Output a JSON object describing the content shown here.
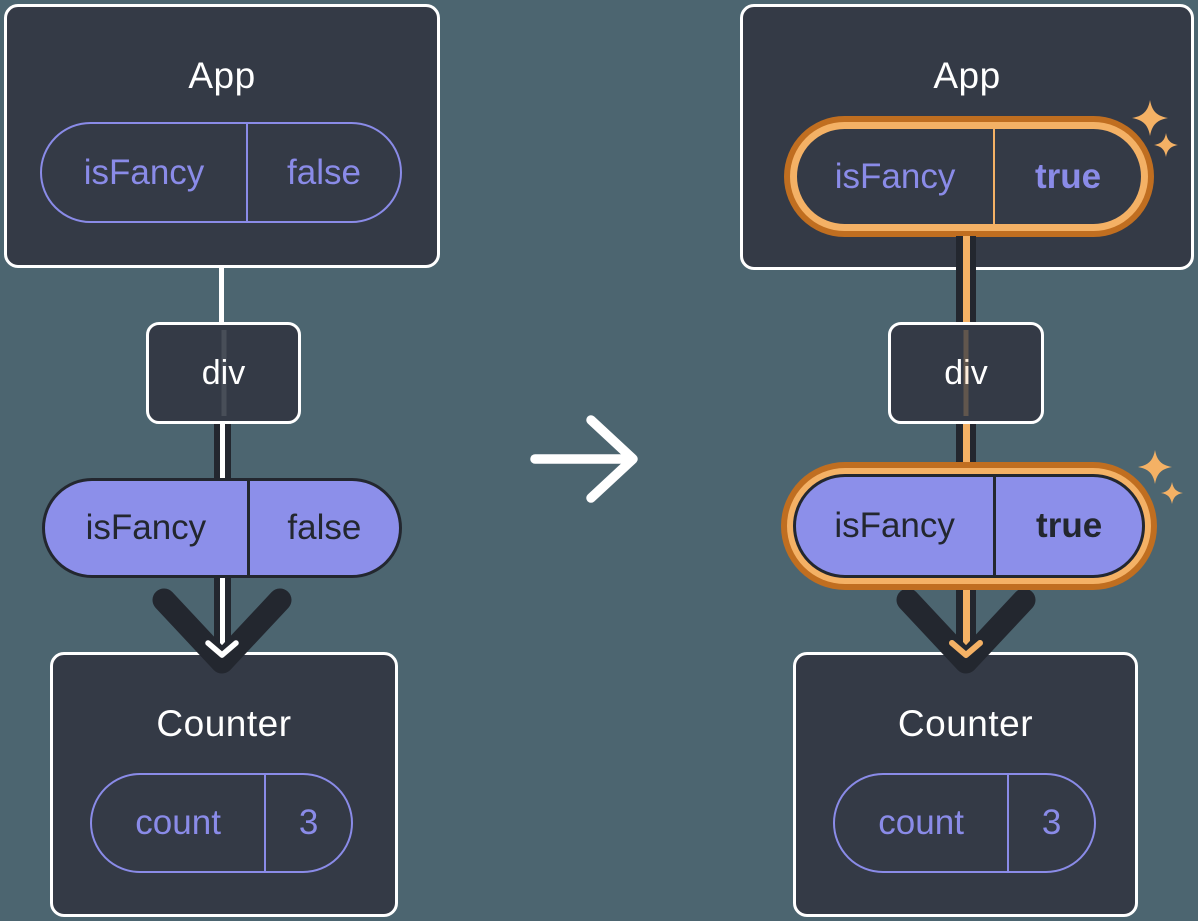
{
  "colors": {
    "background": "#4C6570",
    "panel": "#343A46",
    "ink": "#23272F",
    "purple": "#8A8BE8",
    "purple_fill": "#8C8FEA",
    "orange": "#C06E20",
    "orange_light": "#F4B165",
    "white": "#FFFFFF"
  },
  "before": {
    "app": {
      "title": "App",
      "prop_name": "isFancy",
      "prop_value": "false"
    },
    "div_label": "div",
    "passed_prop": {
      "name": "isFancy",
      "value": "false"
    },
    "counter": {
      "title": "Counter",
      "state_name": "count",
      "state_value": "3"
    }
  },
  "after": {
    "app": {
      "title": "App",
      "prop_name": "isFancy",
      "prop_value": "true"
    },
    "div_label": "div",
    "passed_prop": {
      "name": "isFancy",
      "value": "true"
    },
    "counter": {
      "title": "Counter",
      "state_name": "count",
      "state_value": "3"
    }
  }
}
